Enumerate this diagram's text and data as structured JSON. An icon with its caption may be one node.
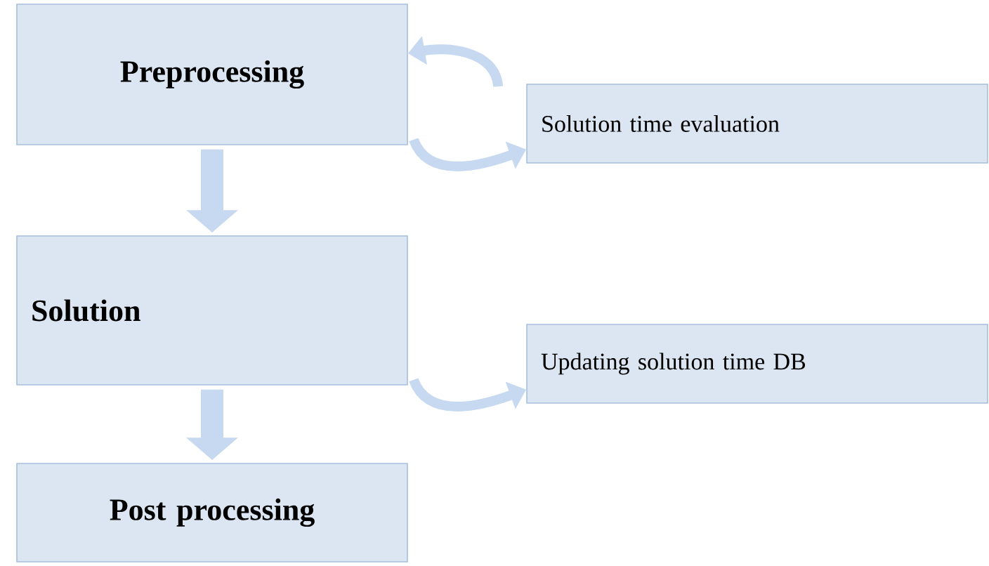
{
  "diagram": {
    "nodes": [
      {
        "text": [
          "Preprocessing"
        ]
      },
      {
        "text": [
          "Solution time evaluation"
        ]
      },
      {
        "text": [
          "Solution"
        ]
      },
      {
        "text": [
          "Updating solution time DB"
        ]
      },
      {
        "text": [
          "Post processing"
        ]
      }
    ],
    "edges": [
      {
        "from": 0,
        "to": 2,
        "arrow": "to",
        "style": "thick"
      },
      {
        "from": 2,
        "to": 4,
        "arrow": "to",
        "style": "thick"
      },
      {
        "from": 1,
        "to": 0,
        "arrow": "to"
      },
      {
        "from": 0,
        "to": 1,
        "arrow": "to"
      },
      {
        "from": 2,
        "to": 3,
        "arrow": "to"
      }
    ]
  }
}
